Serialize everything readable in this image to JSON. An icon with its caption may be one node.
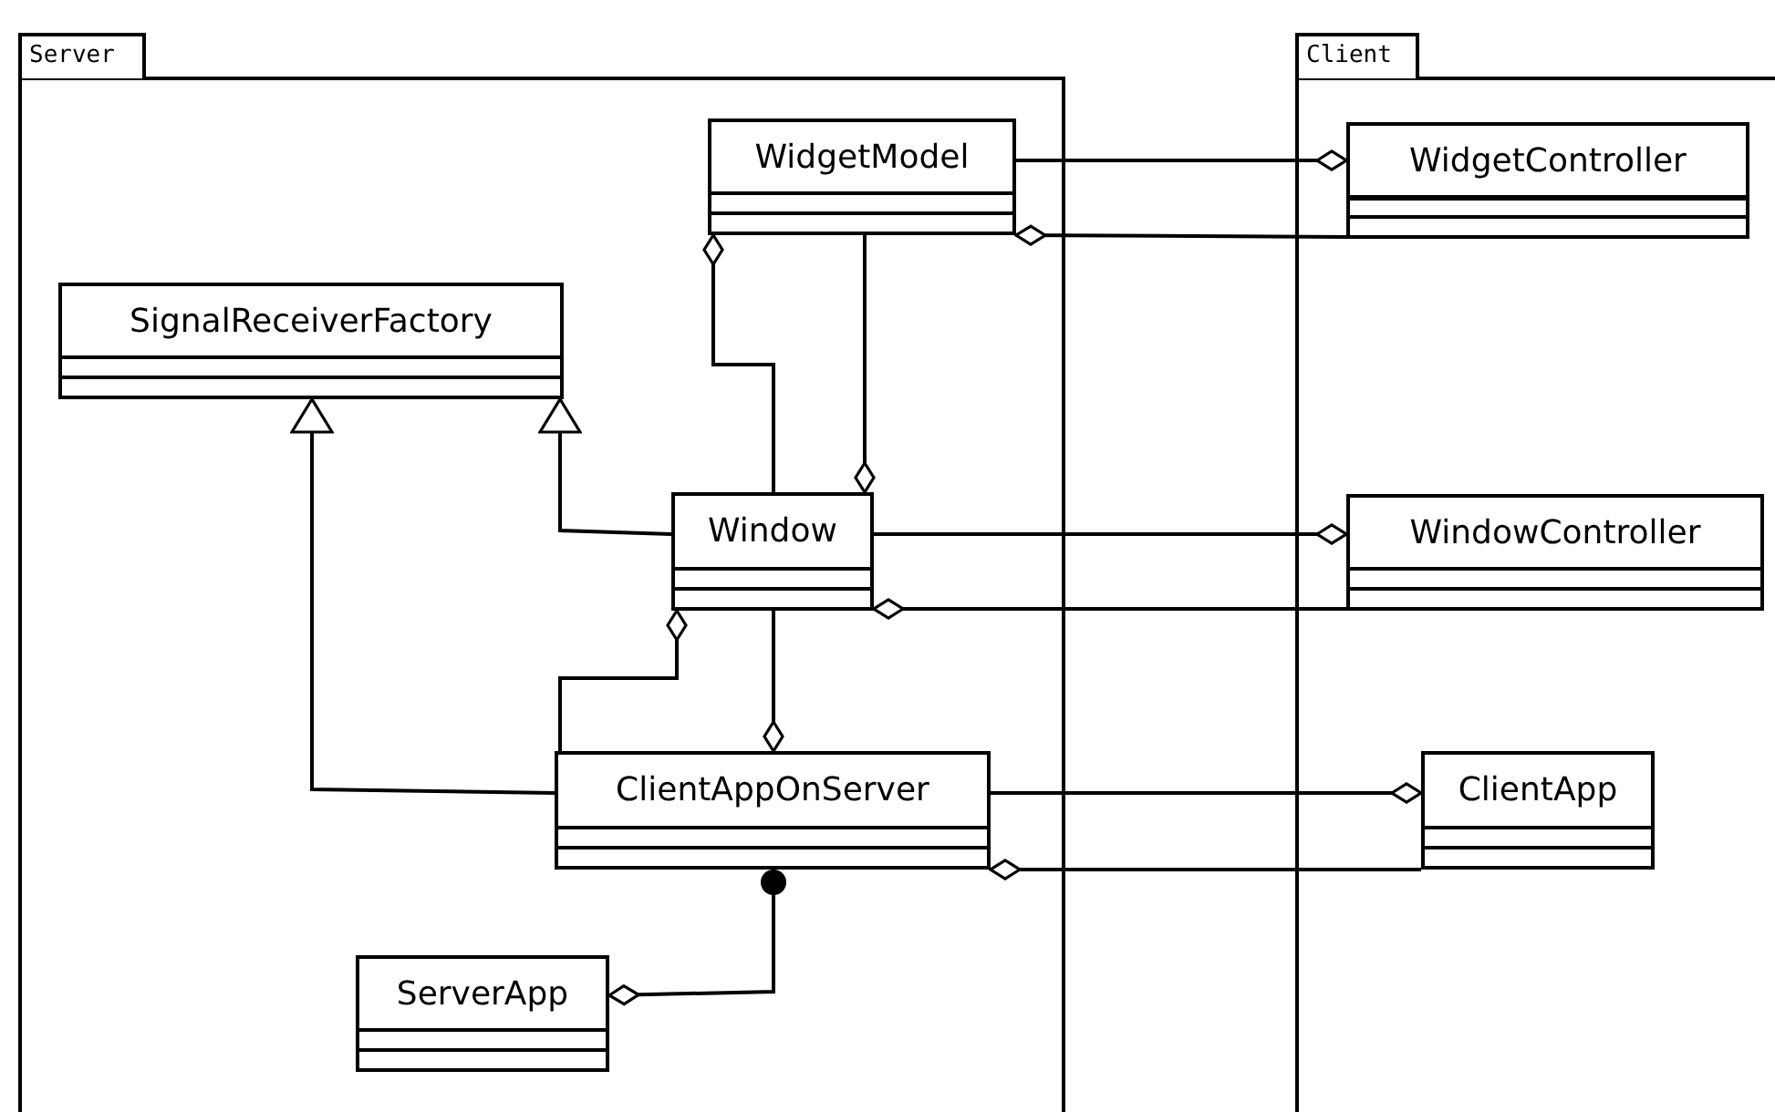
{
  "diagram": {
    "nodes": [
      {
        "text": [
          "Server"
        ]
      },
      {
        "text": [
          "WidgetModel"
        ],
        "in": 0
      },
      {
        "text": [
          "SignalReceiverFactory"
        ],
        "in": 0
      },
      {
        "text": [
          "Window"
        ],
        "in": 0
      },
      {
        "text": [
          "ClientAppOnServer"
        ],
        "in": 0
      },
      {
        "text": [
          "ServerApp"
        ],
        "in": 0
      },
      {
        "text": [
          "Client"
        ]
      },
      {
        "text": [
          "WidgetController"
        ],
        "in": 6
      },
      {
        "text": [
          "WindowController"
        ],
        "in": 6
      },
      {
        "text": [
          "ClientApp"
        ],
        "in": 6
      }
    ],
    "edges": [
      {
        "from": 1,
        "to": 7,
        "arrow": "other"
      },
      {
        "from": 7,
        "to": 1,
        "arrow": "other"
      },
      {
        "from": 3,
        "to": 1,
        "arrow": "other"
      },
      {
        "from": 1,
        "to": 3,
        "arrow": "other"
      },
      {
        "from": 3,
        "to": 2,
        "arrow": "to"
      },
      {
        "from": 4,
        "to": 2,
        "arrow": "to"
      },
      {
        "from": 3,
        "to": 8,
        "arrow": "other"
      },
      {
        "from": 8,
        "to": 3,
        "arrow": "other"
      },
      {
        "from": 4,
        "to": 3,
        "arrow": "other"
      },
      {
        "from": 3,
        "to": 4,
        "arrow": "other"
      },
      {
        "from": 4,
        "to": 9,
        "arrow": "other"
      },
      {
        "from": 9,
        "to": 4,
        "arrow": "other"
      },
      {
        "from": 4,
        "to": 5,
        "arrow": "other"
      }
    ]
  }
}
